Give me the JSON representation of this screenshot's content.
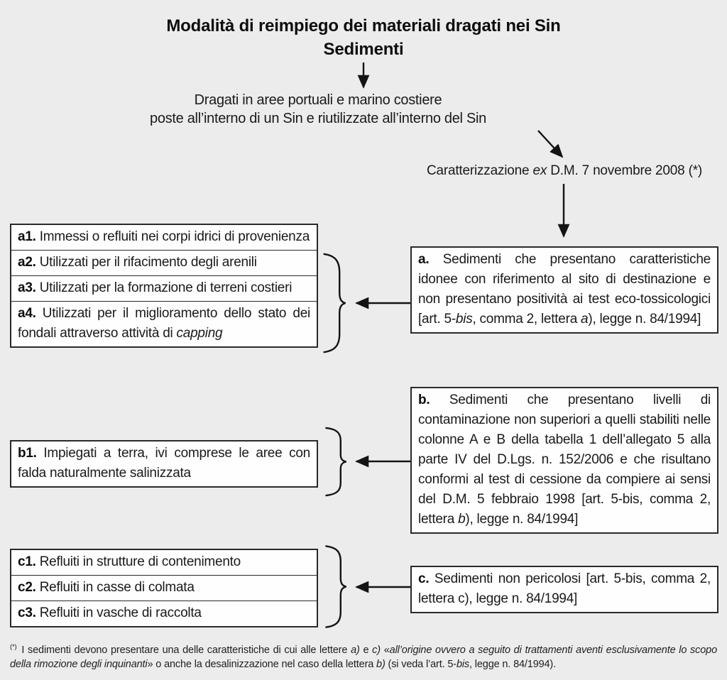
{
  "colors": {
    "background": "#ececec",
    "box_background": "#fefefe",
    "box_border": "#2a2a2a",
    "text": "#1a1a1a"
  },
  "header": {
    "title_line1": "Modalità di reimpiego dei materiali dragati nei Sin",
    "title_line2": "Sedimenti"
  },
  "flow": {
    "source_line1": "Dragati in aree portuali e marino costiere",
    "source_line2": "poste all’interno di un Sin e riutilizzate all’interno del Sin",
    "characterization_segments": [
      {
        "t": "Caratterizzazione "
      },
      {
        "t": "ex",
        "i": true
      },
      {
        "t": " D.M. 7 novembre 2008 (*)"
      }
    ]
  },
  "groups": [
    {
      "id": "a",
      "criteria": {
        "label": "a.",
        "segments": [
          {
            "t": " Sedimenti che presentano caratteristiche idonee con riferimento al sito di destinazione e non presentano positività ai test eco-tossicologici [art. 5-"
          },
          {
            "t": "bis",
            "i": true
          },
          {
            "t": ", comma 2, lettera "
          },
          {
            "t": "a",
            "i": true
          },
          {
            "t": "), legge n. 84/1994]"
          }
        ]
      },
      "options": [
        {
          "label": "a1.",
          "segments": [
            {
              "t": " Immessi o refluiti nei corpi idrici di provenienza"
            }
          ]
        },
        {
          "label": "a2.",
          "segments": [
            {
              "t": " Utilizzati per il rifacimento degli arenili"
            }
          ]
        },
        {
          "label": "a3.",
          "segments": [
            {
              "t": " Utilizzati per la formazione di terreni costieri"
            }
          ]
        },
        {
          "label": "a4.",
          "segments": [
            {
              "t": " Utilizzati per il miglioramento dello stato dei fondali attraverso attività di "
            },
            {
              "t": "capping",
              "i": true
            }
          ]
        }
      ]
    },
    {
      "id": "b",
      "criteria": {
        "label": "b.",
        "segments": [
          {
            "t": " Sedimenti che presentano livelli di contaminazione non superiori a quelli stabiliti nelle colonne A e B della tabella 1 dell’allegato 5 alla parte IV del D.Lgs. n. 152/2006 e che risultano conformi al test di cessione da compiere ai sensi del D.M. 5 febbraio 1998 [art. 5-bis, comma 2, lettera "
          },
          {
            "t": "b",
            "i": true
          },
          {
            "t": "), legge n. 84/1994]"
          }
        ]
      },
      "options": [
        {
          "label": "b1.",
          "segments": [
            {
              "t": " Impiegati a terra, ivi comprese le aree con falda naturalmente salinizzata"
            }
          ]
        }
      ]
    },
    {
      "id": "c",
      "criteria": {
        "label": "c.",
        "segments": [
          {
            "t": " Sedimenti non pericolosi [art. 5-bis, comma 2, lettera c), legge n. 84/1994]"
          }
        ]
      },
      "options": [
        {
          "label": "c1.",
          "segments": [
            {
              "t": " Refluiti in strutture di contenimento"
            }
          ]
        },
        {
          "label": "c2.",
          "segments": [
            {
              "t": " Refluiti in casse di colmata"
            }
          ]
        },
        {
          "label": "c3.",
          "segments": [
            {
              "t": " Refluiti in vasche di raccolta"
            }
          ]
        }
      ]
    }
  ],
  "footnote": {
    "marker": "(*)",
    "segments": [
      {
        "t": " I sedimenti devono presentare una delle caratteristiche di cui alle lettere "
      },
      {
        "t": "a)",
        "i": true
      },
      {
        "t": " e "
      },
      {
        "t": "c)",
        "i": true
      },
      {
        "t": " «"
      },
      {
        "t": "all’origine ovvero a seguito di trattamenti aventi esclusivamente lo scopo della rimozione degli inquinanti",
        "i": true
      },
      {
        "t": "» o anche la desalinizzazione nel caso della lettera "
      },
      {
        "t": "b)",
        "i": true
      },
      {
        "t": " (si veda l’art. 5-"
      },
      {
        "t": "bis",
        "i": true
      },
      {
        "t": ", legge n. 84/1994)."
      }
    ]
  }
}
